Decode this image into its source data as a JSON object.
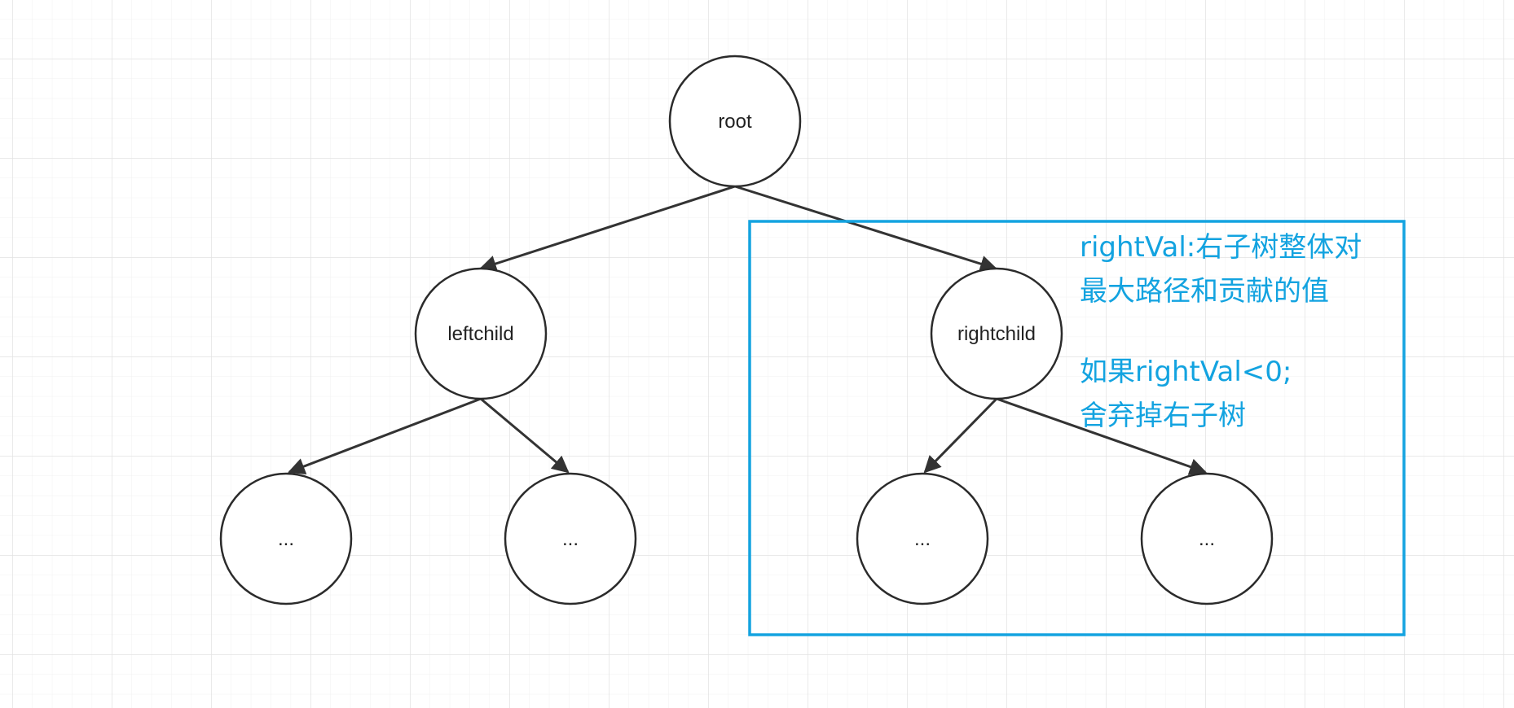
{
  "diagram": {
    "colors": {
      "grid_major": "#e2e2e2",
      "grid_minor": "#f1f1f1",
      "node_stroke": "#2b2b2b",
      "edge": "#333333",
      "highlight": "#13a3e0"
    },
    "nodes": {
      "root": {
        "label": "root"
      },
      "leftchild": {
        "label": "leftchild"
      },
      "rightchild": {
        "label": "rightchild"
      },
      "left_left": {
        "label": "..."
      },
      "left_right": {
        "label": "..."
      },
      "right_left": {
        "label": "..."
      },
      "right_right": {
        "label": "..."
      }
    },
    "edges": [
      {
        "from": "root",
        "to": "leftchild"
      },
      {
        "from": "root",
        "to": "rightchild"
      },
      {
        "from": "leftchild",
        "to": "left_left"
      },
      {
        "from": "leftchild",
        "to": "left_right"
      },
      {
        "from": "rightchild",
        "to": "right_left"
      },
      {
        "from": "rightchild",
        "to": "right_right"
      }
    ],
    "annotation": {
      "line1": "rightVal:右子树整体对",
      "line2": "最大路径和贡献的值",
      "line3": "如果rightVal<0;",
      "line4": "舍弃掉右子树"
    }
  }
}
